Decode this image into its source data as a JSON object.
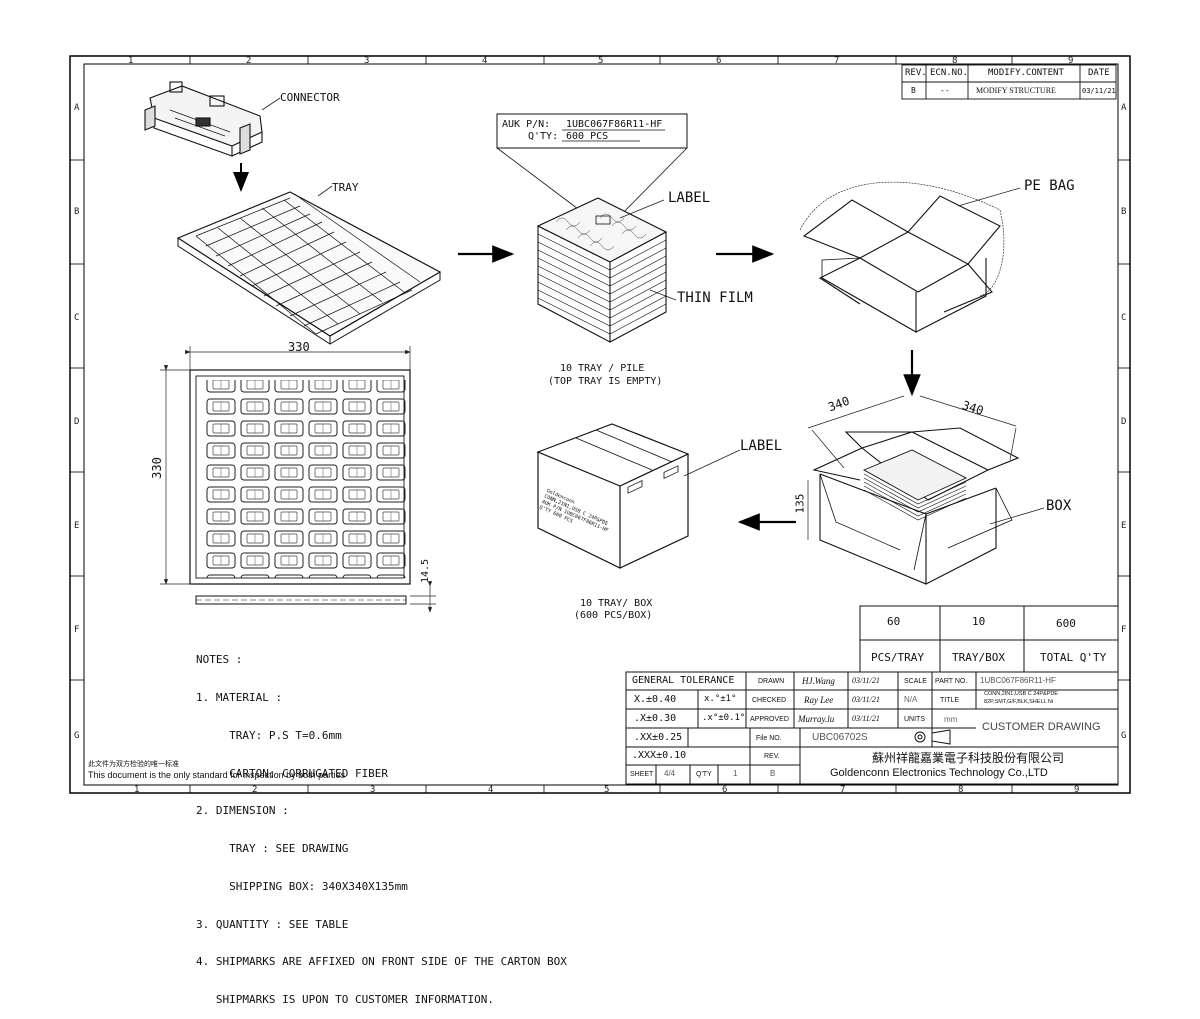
{
  "frame": {
    "cols": [
      "1",
      "2",
      "3",
      "4",
      "5",
      "6",
      "7",
      "8",
      "9"
    ],
    "rows": [
      "A",
      "B",
      "C",
      "D",
      "E",
      "F",
      "G"
    ]
  },
  "revision": {
    "headers": [
      "REV.",
      "ECN.NO.",
      "MODIFY.CONTENT",
      "DATE"
    ],
    "row": [
      "B",
      "--",
      "MODIFY STRUCTURE",
      "03/11/21"
    ]
  },
  "labels": {
    "connector": "CONNECTOR",
    "tray": "TRAY",
    "label_top": "LABEL",
    "thin_film": "THIN FILM",
    "pe_bag": "PE BAG",
    "label_box": "LABEL",
    "box": "BOX"
  },
  "label_card": {
    "pn_key": "AUK P/N:",
    "pn_value": "1UBC067F86R11-HF",
    "qty_key": "Q'TY:",
    "qty_value": "600 PCS"
  },
  "dims": {
    "tray_w": "330",
    "tray_h": "330",
    "tray_t": "14.5",
    "box_a": "340",
    "box_b": "340",
    "box_h": "135"
  },
  "captions": {
    "pile_1": "10 TRAY / PILE",
    "pile_2": "(TOP TRAY IS EMPTY)",
    "box_1": "10 TRAY/ BOX",
    "box_2": "(600 PCS/BOX)"
  },
  "carton_print": {
    "l1": "Goldenconn",
    "l2": "CONN,2IN1,USB C 24P&PDE",
    "l3": "AUK P/N 1UBC067F86R11-HF",
    "l4": "Q'TY 600 PCS"
  },
  "notes": [
    "NOTES :",
    "1. MATERIAL :",
    "     TRAY: P.S T=0.6mm",
    "     CARTON: CORRUGATED FIBER",
    "2. DIMENSION :",
    "     TRAY : SEE DRAWING",
    "     SHIPPING BOX: 340X340X135mm",
    "3. QUANTITY : SEE TABLE",
    "4. SHIPMARKS ARE AFFIXED ON FRONT SIDE OF THE CARTON BOX",
    "   SHIPMARKS IS UPON TO CUSTOMER INFORMATION."
  ],
  "footer": {
    "cn_note": "此文件为双方检验的唯一标准",
    "en_note": "This document is the only standard for inspection by both parties"
  },
  "qty_table": {
    "values": [
      "60",
      "10",
      "600"
    ],
    "units": [
      "PCS/TRAY",
      "TRAY/BOX",
      "TOTAL Q'TY"
    ]
  },
  "title_block": {
    "general_tolerance": "GENERAL TOLERANCE",
    "tol": [
      [
        "X.±0.40",
        "x.°±1°"
      ],
      [
        ".X±0.30",
        ".x°±0.1°"
      ],
      [
        ".XX±0.25",
        ""
      ],
      [
        ".XXX±0.10",
        ""
      ]
    ],
    "drawn_label": "DRAWN",
    "drawn_name": "HJ.Wang",
    "drawn_date": "03/11/21",
    "checked_label": "CHECKED",
    "checked_name": "Ray Lee",
    "checked_date": "03/11/21",
    "approved_label": "APPROVED",
    "approved_name": "Murray.lu",
    "approved_date": "03/11/21",
    "scale_label": "SCALE",
    "scale_value": "N/A",
    "units_label": "UNITS",
    "units_value": "mm",
    "part_label": "PART NO.",
    "part_value": "1UBC067F86R11-HF",
    "title_label": "TITLE",
    "title_l1": "CONN,2IN1,USB C 24P&PDE",
    "title_l2": "82P,SMT,G/F,BLK,SHELL Ni",
    "file_label": "File NO.",
    "file_value": "UBC06702S",
    "rev_label": "REV.",
    "rev_value": "B",
    "sheet_label": "SHEET",
    "sheet_value": "4/4",
    "qty_label": "Q'TY",
    "qty_value": "1",
    "rev2_value": "B",
    "customer_drawing": "CUSTOMER DRAWING",
    "company_cn": "蘇州祥龍嘉業電子科技股份有限公司",
    "company_en": "Goldenconn Electronics Technology Co.,LTD"
  }
}
